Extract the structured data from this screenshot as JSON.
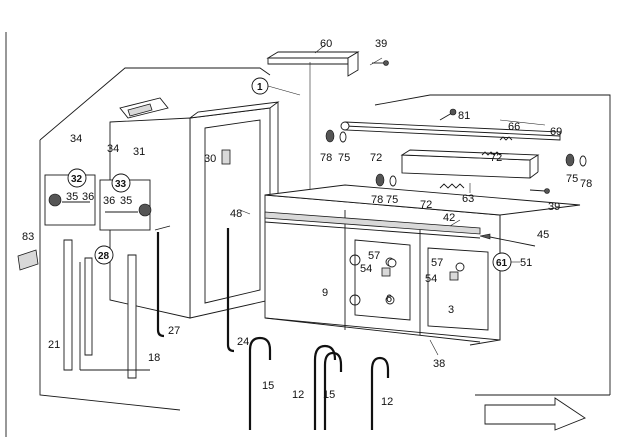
{
  "diagram": {
    "labels": {
      "p60": "60",
      "p39a": "39",
      "p1": "1",
      "p81": "81",
      "p66": "66",
      "p69": "69",
      "p34a": "34",
      "p31": "31",
      "p34b": "34",
      "p30": "30",
      "p78a": "78",
      "p75a": "75",
      "p72a": "72",
      "p72b": "72",
      "p75b": "75",
      "p78b": "78",
      "p32": "32",
      "p33": "33",
      "p35a": "35",
      "p36a": "36",
      "p36b": "36",
      "p35b": "35",
      "p78c": "78",
      "p75c": "75",
      "p72c": "72",
      "p63": "63",
      "p39b": "39",
      "p48": "48",
      "p42": "42",
      "p45": "45",
      "p83": "83",
      "p28": "28",
      "p57a": "57",
      "p54a": "54",
      "p57b": "57",
      "p54b": "54",
      "p61": "61",
      "p51": "51",
      "p9": "9",
      "p6": "6",
      "p3": "3",
      "p27": "27",
      "p21": "21",
      "p18": "18",
      "p24": "24",
      "p38": "38",
      "p15a": "15",
      "p12a": "12",
      "p15b": "15",
      "p12b": "12"
    }
  }
}
